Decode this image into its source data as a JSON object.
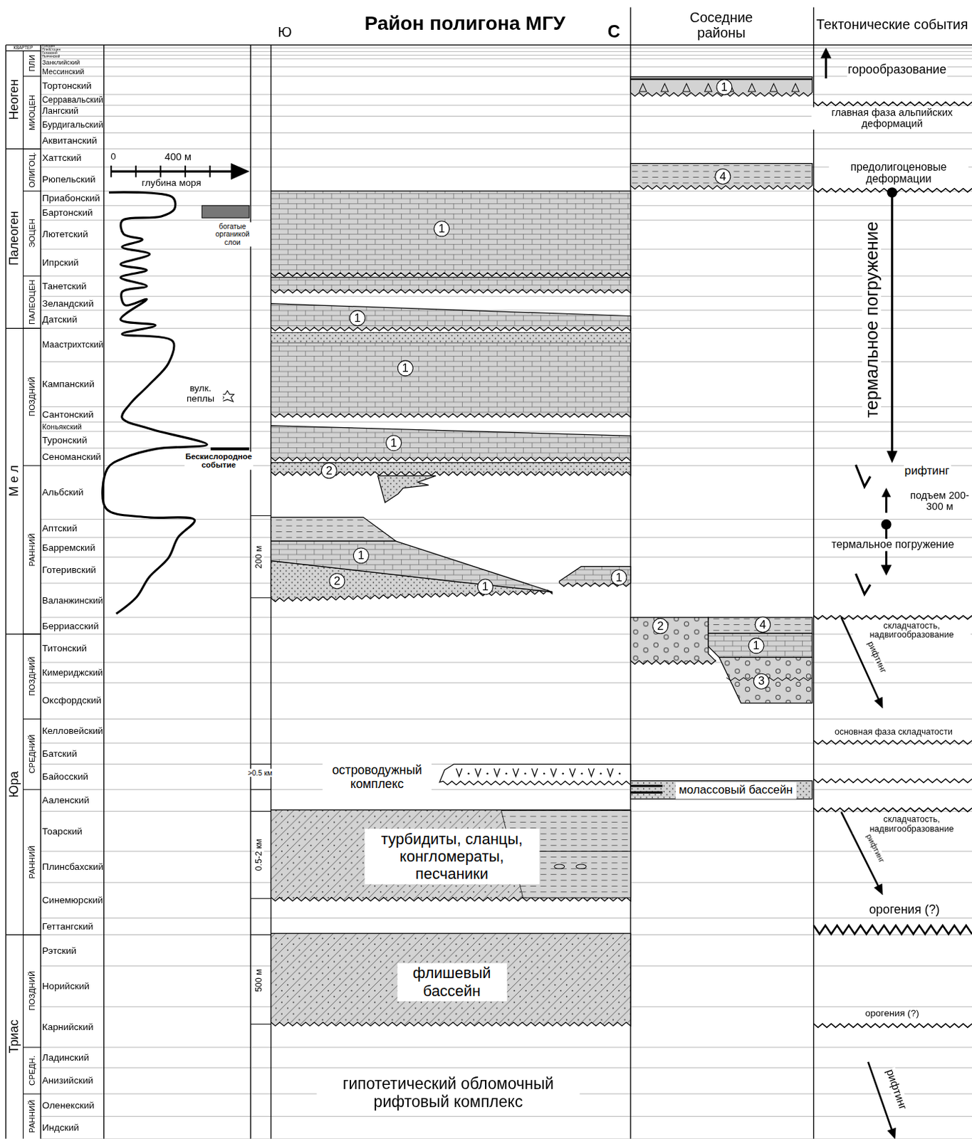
{
  "diagram": {
    "title": "Район полигона МГУ",
    "nodes": [
      {
        "text": [
          "островодужный комплекс"
        ]
      },
      {
        "text": [
          "молассовый бассейн"
        ]
      },
      {
        "text": [
          "турбидиты, сланцы, конгломераты, песчаники"
        ]
      },
      {
        "text": [
          "флишевый бассейн"
        ]
      }
    ],
    "labels": [
      "Ю",
      "С",
      "Соседние районы",
      "Тектонические события",
      "КВАРТЕР",
      "Неоген",
      "Палеоген",
      "М е л",
      "Юра",
      "Триас",
      "ПЛИ",
      "МИОЦЕН",
      "ОЛИГОЦ.",
      "ЭОЦЕН",
      "ПАЛЕОЦЕН",
      "ПОЗДНИЙ",
      "РАННИЙ",
      "ПОЗДНИЙ",
      "СРЕДНИЙ",
      "РАННИЙ",
      "ПОЗДНИЙ",
      "СРЕДН.",
      "РАННИЙ",
      "Голоцен",
      "Плейстоцен",
      "Гелазский",
      "Пьяченский",
      "Занклийский",
      "Мессинский",
      "Тортонский",
      "Серравальский",
      "Лангский",
      "Бурдигальский",
      "Аквитанский",
      "Хаттский",
      "Рюпельский",
      "Приабонский",
      "Бартонский",
      "Лютетский",
      "Ипрский",
      "Танетский",
      "Зеландский",
      "Датский",
      "Маастрихтский",
      "Кампанский",
      "Сантонский",
      "Коньякский",
      "Туронский",
      "Сеноманский",
      "Альбский",
      "Аптский",
      "Барремский",
      "Готеривский",
      "Валанжинский",
      "Берриасский",
      "Титонский",
      "Кимериджский",
      "Оксфордский",
      "Келловейский",
      "Батский",
      "Байосский",
      "Ааленский",
      "Тоарский",
      "Плинсбахский",
      "Синемюрский",
      "Геттангский",
      "Рэтский",
      "Норийский",
      "Карнийский",
      "Ладинский",
      "Анизийский",
      "Оленекский",
      "Индский",
      "0",
      "400 м",
      "глубина моря",
      "богатые органикой слои",
      "вулк. пеплы",
      "Бескислородное событие",
      "200 м",
      ">0.5 км",
      "0.5-2 км",
      "500 м",
      "1",
      "1",
      "1",
      "1",
      "2",
      "1",
      "2",
      "1",
      "1",
      "1",
      "4",
      "2",
      "4",
      "1",
      "3",
      "гипотетический обломочный рифтовый комплекс",
      "горообразование",
      "главная фаза альпийских деформаций",
      "предолигоценовые деформации",
      "термальное погружение",
      "рифтинг",
      "подъем 200-300 м",
      "термальное погружение",
      "складчатость, надвигообразование",
      "рифтинг",
      "основная фаза складчатости",
      "складчатость, надвигообразование",
      "рифтинг",
      "орогения (?)",
      "орогения (?)",
      "рифтинг"
    ]
  }
}
